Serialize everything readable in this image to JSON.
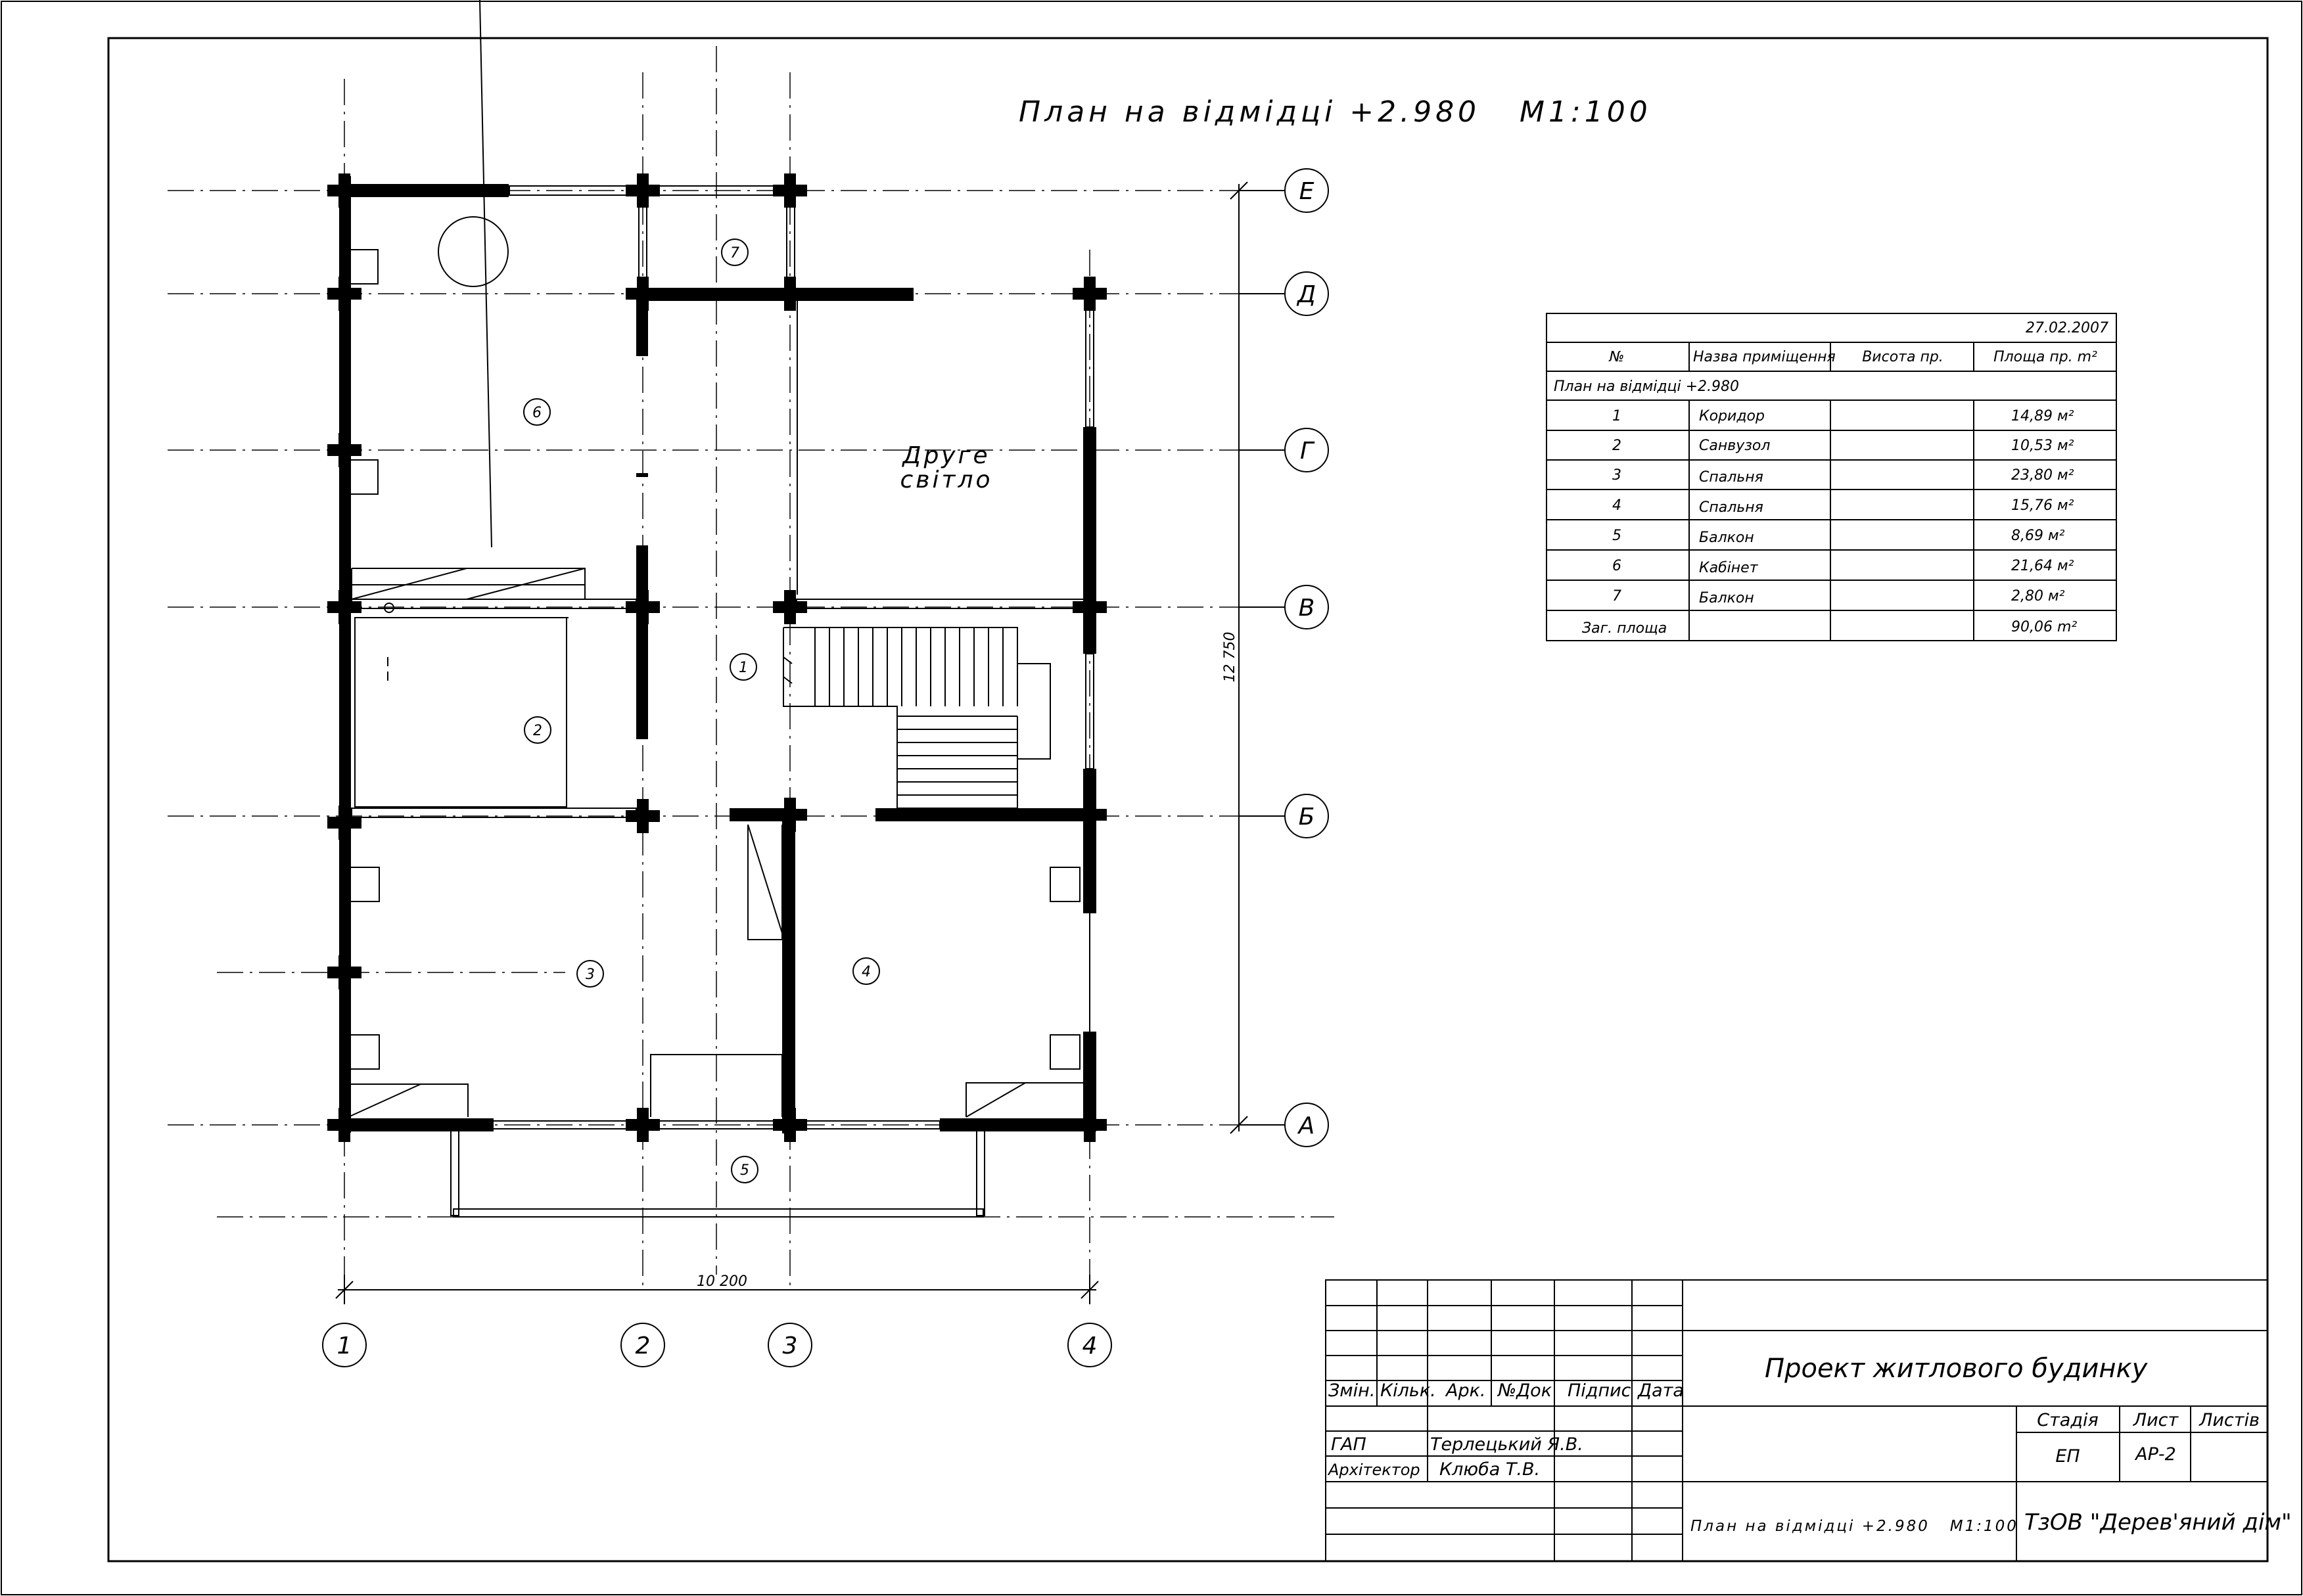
{
  "plan": {
    "title": "План на відмідці +2.980   М1:100",
    "axes_letters": [
      "Е",
      "Д",
      "Г",
      "В",
      "Б",
      "А"
    ],
    "axes_numbers": [
      "1",
      "2",
      "3",
      "4"
    ],
    "dim_width": "10 200",
    "dim_height": "12 750",
    "second_light": [
      "Друге",
      "світло"
    ],
    "room_numbers": [
      "1",
      "2",
      "3",
      "4",
      "5",
      "6",
      "7"
    ]
  },
  "rooms_table": {
    "date": "27.02.2007",
    "headers": [
      "№",
      "Назва приміщення",
      "Висота пр.",
      "Площа пр. m²"
    ],
    "section": "План на відмідці +2.980",
    "rows": [
      {
        "n": "1",
        "name": "Коридор",
        "height": "",
        "area": "14,89 м²"
      },
      {
        "n": "2",
        "name": "Санвузол",
        "height": "",
        "area": "10,53 м²"
      },
      {
        "n": "3",
        "name": "Спальня",
        "height": "",
        "area": "23,80 м²"
      },
      {
        "n": "4",
        "name": "Спальня",
        "height": "",
        "area": "15,76 м²"
      },
      {
        "n": "5",
        "name": "Балкон",
        "height": "",
        "area": "8,69 м²"
      },
      {
        "n": "6",
        "name": "Кабінет",
        "height": "",
        "area": "21,64 м²"
      },
      {
        "n": "7",
        "name": "Балкон",
        "height": "",
        "area": "2,80 м²"
      }
    ],
    "total_label": "Заг. площа",
    "total_area": "90,06 m²"
  },
  "title_block": {
    "project": "Проект житлового будинку",
    "columns": [
      "Змін.",
      "Кільк.",
      "Арк.",
      "№Док",
      "Підпис",
      "Дата"
    ],
    "people": [
      {
        "role": "ГАП",
        "name": "Терлецький Я.В."
      },
      {
        "role": "Архітектор",
        "name": "Клюба  Т.В."
      }
    ],
    "stage_header": [
      "Стадія",
      "Лист",
      "Листів"
    ],
    "stage_values": [
      "ЕП",
      "АР-2",
      ""
    ],
    "sheet_title": "План на відмідці +2.980   М1:100",
    "company": "ТзОВ \"Дерев'яний дім\""
  },
  "colors": {
    "ink": "#000000",
    "background": "#ffffff"
  }
}
